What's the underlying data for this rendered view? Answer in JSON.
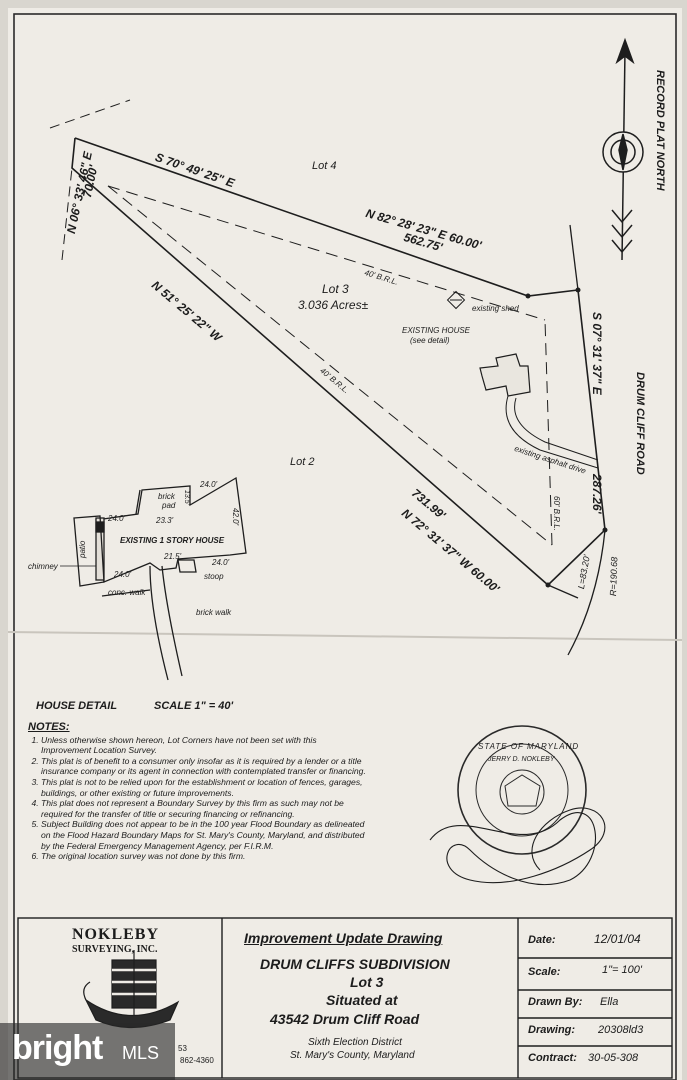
{
  "plat": {
    "north_label": "RECORD PLAT NORTH",
    "road_name": "DRUM CLIFF ROAD",
    "lots": {
      "lot4": "Lot 4",
      "lot3": "Lot 3",
      "lot2": "Lot 2",
      "acres": "3.036 Acres±"
    },
    "bearings": {
      "b1": "N 06° 33' 46\" E",
      "b1_len": "70.00'",
      "b2": "S 70° 49' 25\" E",
      "b3": "N 82° 28' 23\" E 60.00'",
      "b3_len": "562.75'",
      "b4": "S 07° 31' 37\" E",
      "b4_len": "287.26'",
      "b5": "N 51° 25' 22\" W",
      "b6": "731.99'",
      "b7": "N 72° 31' 37\" W 60.00'",
      "curve_l": "L=83.20'",
      "curve_r": "R=190.68"
    },
    "brl": {
      "top": "40' B.R.L.",
      "mid": "40' B.R.L.",
      "right": "60' B.R.L."
    },
    "features": {
      "shed": "existing shed",
      "house": "EXISTING HOUSE",
      "house_note": "(see detail)",
      "drive": "existing asphalt drive"
    }
  },
  "house_detail": {
    "title": "HOUSE DETAIL",
    "scale": "SCALE 1\" = 40'",
    "house_label": "EXISTING 1 STORY HOUSE",
    "brick_pad": "brick",
    "brick_pad2": "pad",
    "dims": {
      "d1": "24.0'",
      "d2": "13.5'",
      "d3": "42.0'",
      "d4": "23.3'",
      "d5": "24.0'",
      "d6": "21.5'",
      "d7": "24.0'",
      "d8": "24.0'"
    },
    "labels": {
      "patio": "patio",
      "chimney": "chimney",
      "conc_walk": "conc. walk",
      "stoop": "stoop",
      "brick_walk": "brick walk"
    }
  },
  "notes": {
    "heading": "NOTES:",
    "items": [
      "Unless otherwise shown hereon, Lot Corners have not been set with this Improvement Location Survey.",
      "This plat is of benefit to a consumer only insofar as it is required by a lender or a title insurance company or its agent in connection with contemplated transfer or financing.",
      "This plat is not to be relied upon for the establishment or location of fences, garages, buildings, or other existing or future improvements.",
      "This plat does not represent a Boundary Survey by this firm as such may not be required for the transfer of title or securing financing or refinancing.",
      "Subject Building does not appear to be in the 100 year Flood Boundary as delineated on the Flood Hazard Boundary Maps for St. Mary's County, Maryland, and distributed by the Federal Emergency Management Agency, per F.I.R.M.",
      "The original location survey was not done by this firm."
    ]
  },
  "seal": {
    "top": "STATE OF MARYLAND",
    "name": "JERRY D. NOKLEBY"
  },
  "title_block": {
    "company_line1": "NOKLEBY",
    "company_line2": "SURVEYING, INC.",
    "phone": "862-4360",
    "code": "53",
    "drawing_type": "Improvement Update Drawing",
    "subdivision": "DRUM CLIFFS SUBDIVISION",
    "lot": "Lot 3",
    "situated": "Situated at",
    "address": "43542 Drum Cliff Road",
    "district": "Sixth Election District",
    "county": "St. Mary's County, Maryland",
    "date_label": "Date:",
    "date_value": "12/01/04",
    "scale_label": "Scale:",
    "scale_value": "1\"= 100'",
    "drawn_label": "Drawn By:",
    "drawn_value": "Ella",
    "drawing_label": "Drawing:",
    "drawing_value": "20308ld3",
    "contract_label": "Contract:",
    "contract_value": "30-05-308"
  },
  "watermark": {
    "brand": "bright",
    "suffix": "MLS"
  }
}
